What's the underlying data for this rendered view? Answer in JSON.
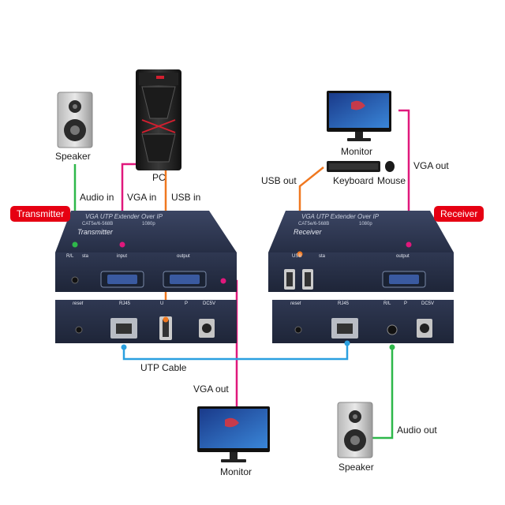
{
  "labels": {
    "transmitter": "Transmitter",
    "receiver": "Receiver",
    "pc": "PC",
    "speaker_top": "Speaker",
    "speaker_bottom": "Speaker",
    "audio_in": "Audio in",
    "vga_in": "VGA in",
    "usb_in": "USB in",
    "usb_out": "USB out",
    "keyboard": "Keyboard",
    "mouse": "Mouse",
    "monitor_top": "Monitor",
    "monitor_bottom": "Monitor",
    "vga_out_right": "VGA out",
    "vga_out_left": "VGA out",
    "utp_cable": "UTP Cable",
    "audio_out": "Audio out"
  },
  "devices": {
    "transmitter": {
      "top_title": "VGA UTP Extender Over IP",
      "top_sub": "CAT5e/6-568B",
      "top_res": "1080p",
      "top_name": "Transmitter",
      "front_ports": [
        "R/L",
        "sta",
        "input",
        "output"
      ],
      "back_ports": [
        "reset",
        "RJ45",
        "U",
        "P",
        "DC5V"
      ]
    },
    "receiver": {
      "top_title": "VGA UTP Extender Over IP",
      "top_sub": "CAT5e/6-568B",
      "top_res": "1080p",
      "top_name": "Receiver",
      "front_ports": [
        "USB",
        "sta",
        "output"
      ],
      "back_ports": [
        "reset",
        "RJ45",
        "R/L",
        "P",
        "DC5V"
      ]
    }
  },
  "colors": {
    "vga": "#e0187c",
    "usb": "#f07820",
    "audio": "#2eb84a",
    "utp": "#2aa0e0",
    "tag": "#e60012",
    "device": "#2c3550"
  }
}
